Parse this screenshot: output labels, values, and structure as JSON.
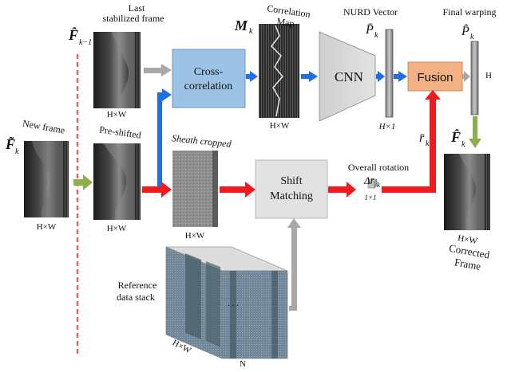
{
  "labels": {
    "f_prev_symbol": "F̂",
    "f_prev_sub": "k−1",
    "last_frame": [
      "Last",
      "stabilized frame"
    ],
    "new_frame_symbol": "F̃",
    "new_frame_sub": "k",
    "new_frame": "New frame",
    "pre_shifted": "Pre-shifted",
    "hw": "H×W",
    "sheath_cropped": "Sheath cropped",
    "cross_correlation": [
      "Cross-",
      "correlation"
    ],
    "m_symbol": "M",
    "m_sub": "k",
    "correlation_map": [
      "Correlation",
      "Map"
    ],
    "cnn": "CNN",
    "nurd_vector": "NURD Vector",
    "p_bar_symbol": "P̄",
    "p_bar_sub": "k",
    "h_times_1": "H×1",
    "fusion": "Fusion",
    "final_warping": "Final warping",
    "p_hat_symbol": "P̂",
    "p_hat_sub": "k",
    "h": "H",
    "r_bar_symbol": "r̄",
    "r_bar_sub": "k",
    "overall_rotation": "Overall rotation",
    "delta_r": "Δr̄",
    "delta_r_sub": "k",
    "one_by_one": "1×1",
    "shift_matching": [
      "Shift",
      "Matching"
    ],
    "f_hat_symbol": "F̂",
    "f_hat_sub": "k",
    "corrected_frame": [
      "Corrected",
      "Frame"
    ],
    "reference_stack": [
      "Reference",
      "data stack"
    ],
    "n": "N",
    "dots": ". . ."
  },
  "colors": {
    "red_arrow": "#ee1c1c",
    "blue_arrow": "#1f6fe8",
    "gray_arrow": "#a8a8a8",
    "green_arrow": "#8db14a",
    "cross_box": "#9cc3e6",
    "fusion_box": "#f4b183",
    "shift_box": "#e2e2e2",
    "cnn_fill": "#d9d9d9",
    "dashed_line": "#e06666"
  }
}
